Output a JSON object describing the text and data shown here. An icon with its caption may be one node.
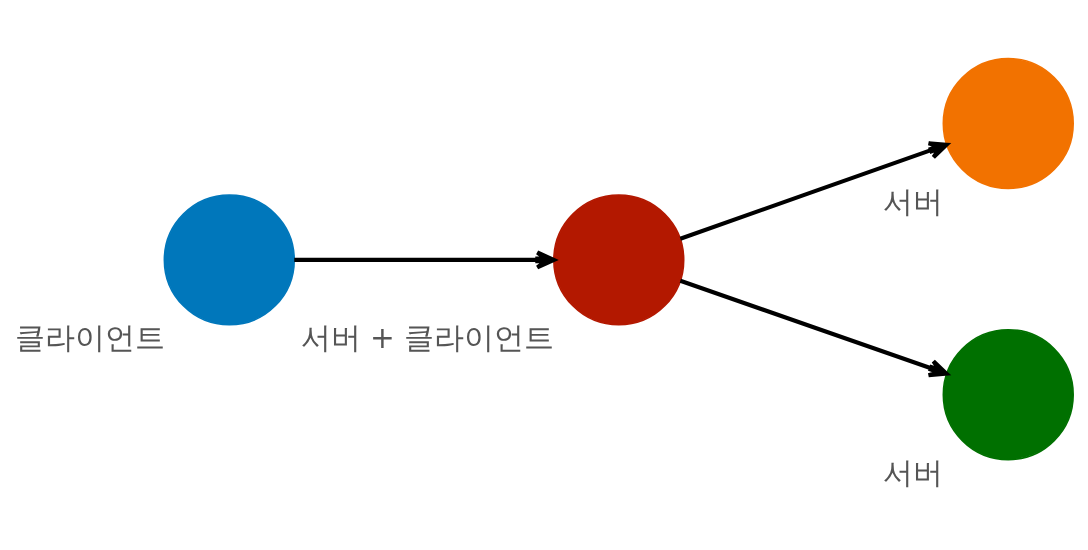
{
  "diagram": {
    "nodes": [
      {
        "text": [
          "클라이언트"
        ]
      },
      {
        "text": [
          "서버 + 클라이언트"
        ]
      },
      {
        "text": [
          "서버"
        ]
      },
      {
        "text": [
          "서버"
        ]
      }
    ],
    "edges": [
      {
        "from": 0,
        "to": 1,
        "arrow": "to"
      },
      {
        "from": 1,
        "to": 2,
        "arrow": "to"
      },
      {
        "from": 1,
        "to": 3,
        "arrow": "to"
      }
    ]
  }
}
